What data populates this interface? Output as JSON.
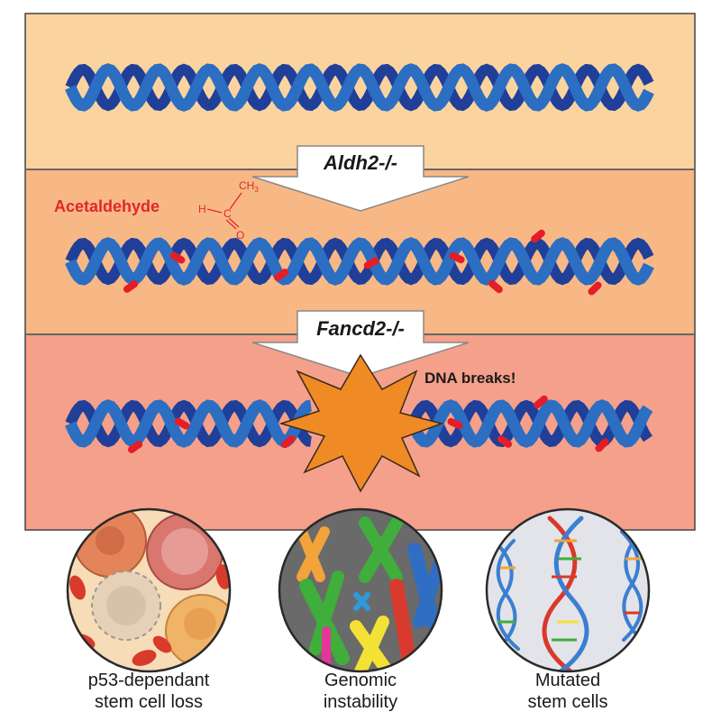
{
  "panels": {
    "top": {
      "color": "#fbd39e"
    },
    "middle": {
      "color": "#f8b885",
      "arrow_label": "Aldh2-/-"
    },
    "bottom": {
      "color": "#f5a08a",
      "arrow_label": "Fancd2-/-"
    }
  },
  "acetaldehyde": {
    "label": "Acetaldehyde",
    "atom_h": "H",
    "atom_c": "C",
    "atom_o": "O",
    "group_ch": "CH",
    "group_sub": "3"
  },
  "dna_breaks_label": "DNA breaks!",
  "colors": {
    "dna_front": "#2b6ec2",
    "dna_back": "#1f3f99",
    "adduct": "#e51d26",
    "star": "#f08a24",
    "outline": "#555555"
  },
  "outcomes": [
    {
      "line1": "p53-dependant",
      "line2": "stem cell loss",
      "icon": "dying-blood-cells"
    },
    {
      "line1": "Genomic",
      "line2": "instability",
      "icon": "chromosomes"
    },
    {
      "line1": "Mutated",
      "line2": "stem cells",
      "icon": "dna-helices"
    }
  ]
}
